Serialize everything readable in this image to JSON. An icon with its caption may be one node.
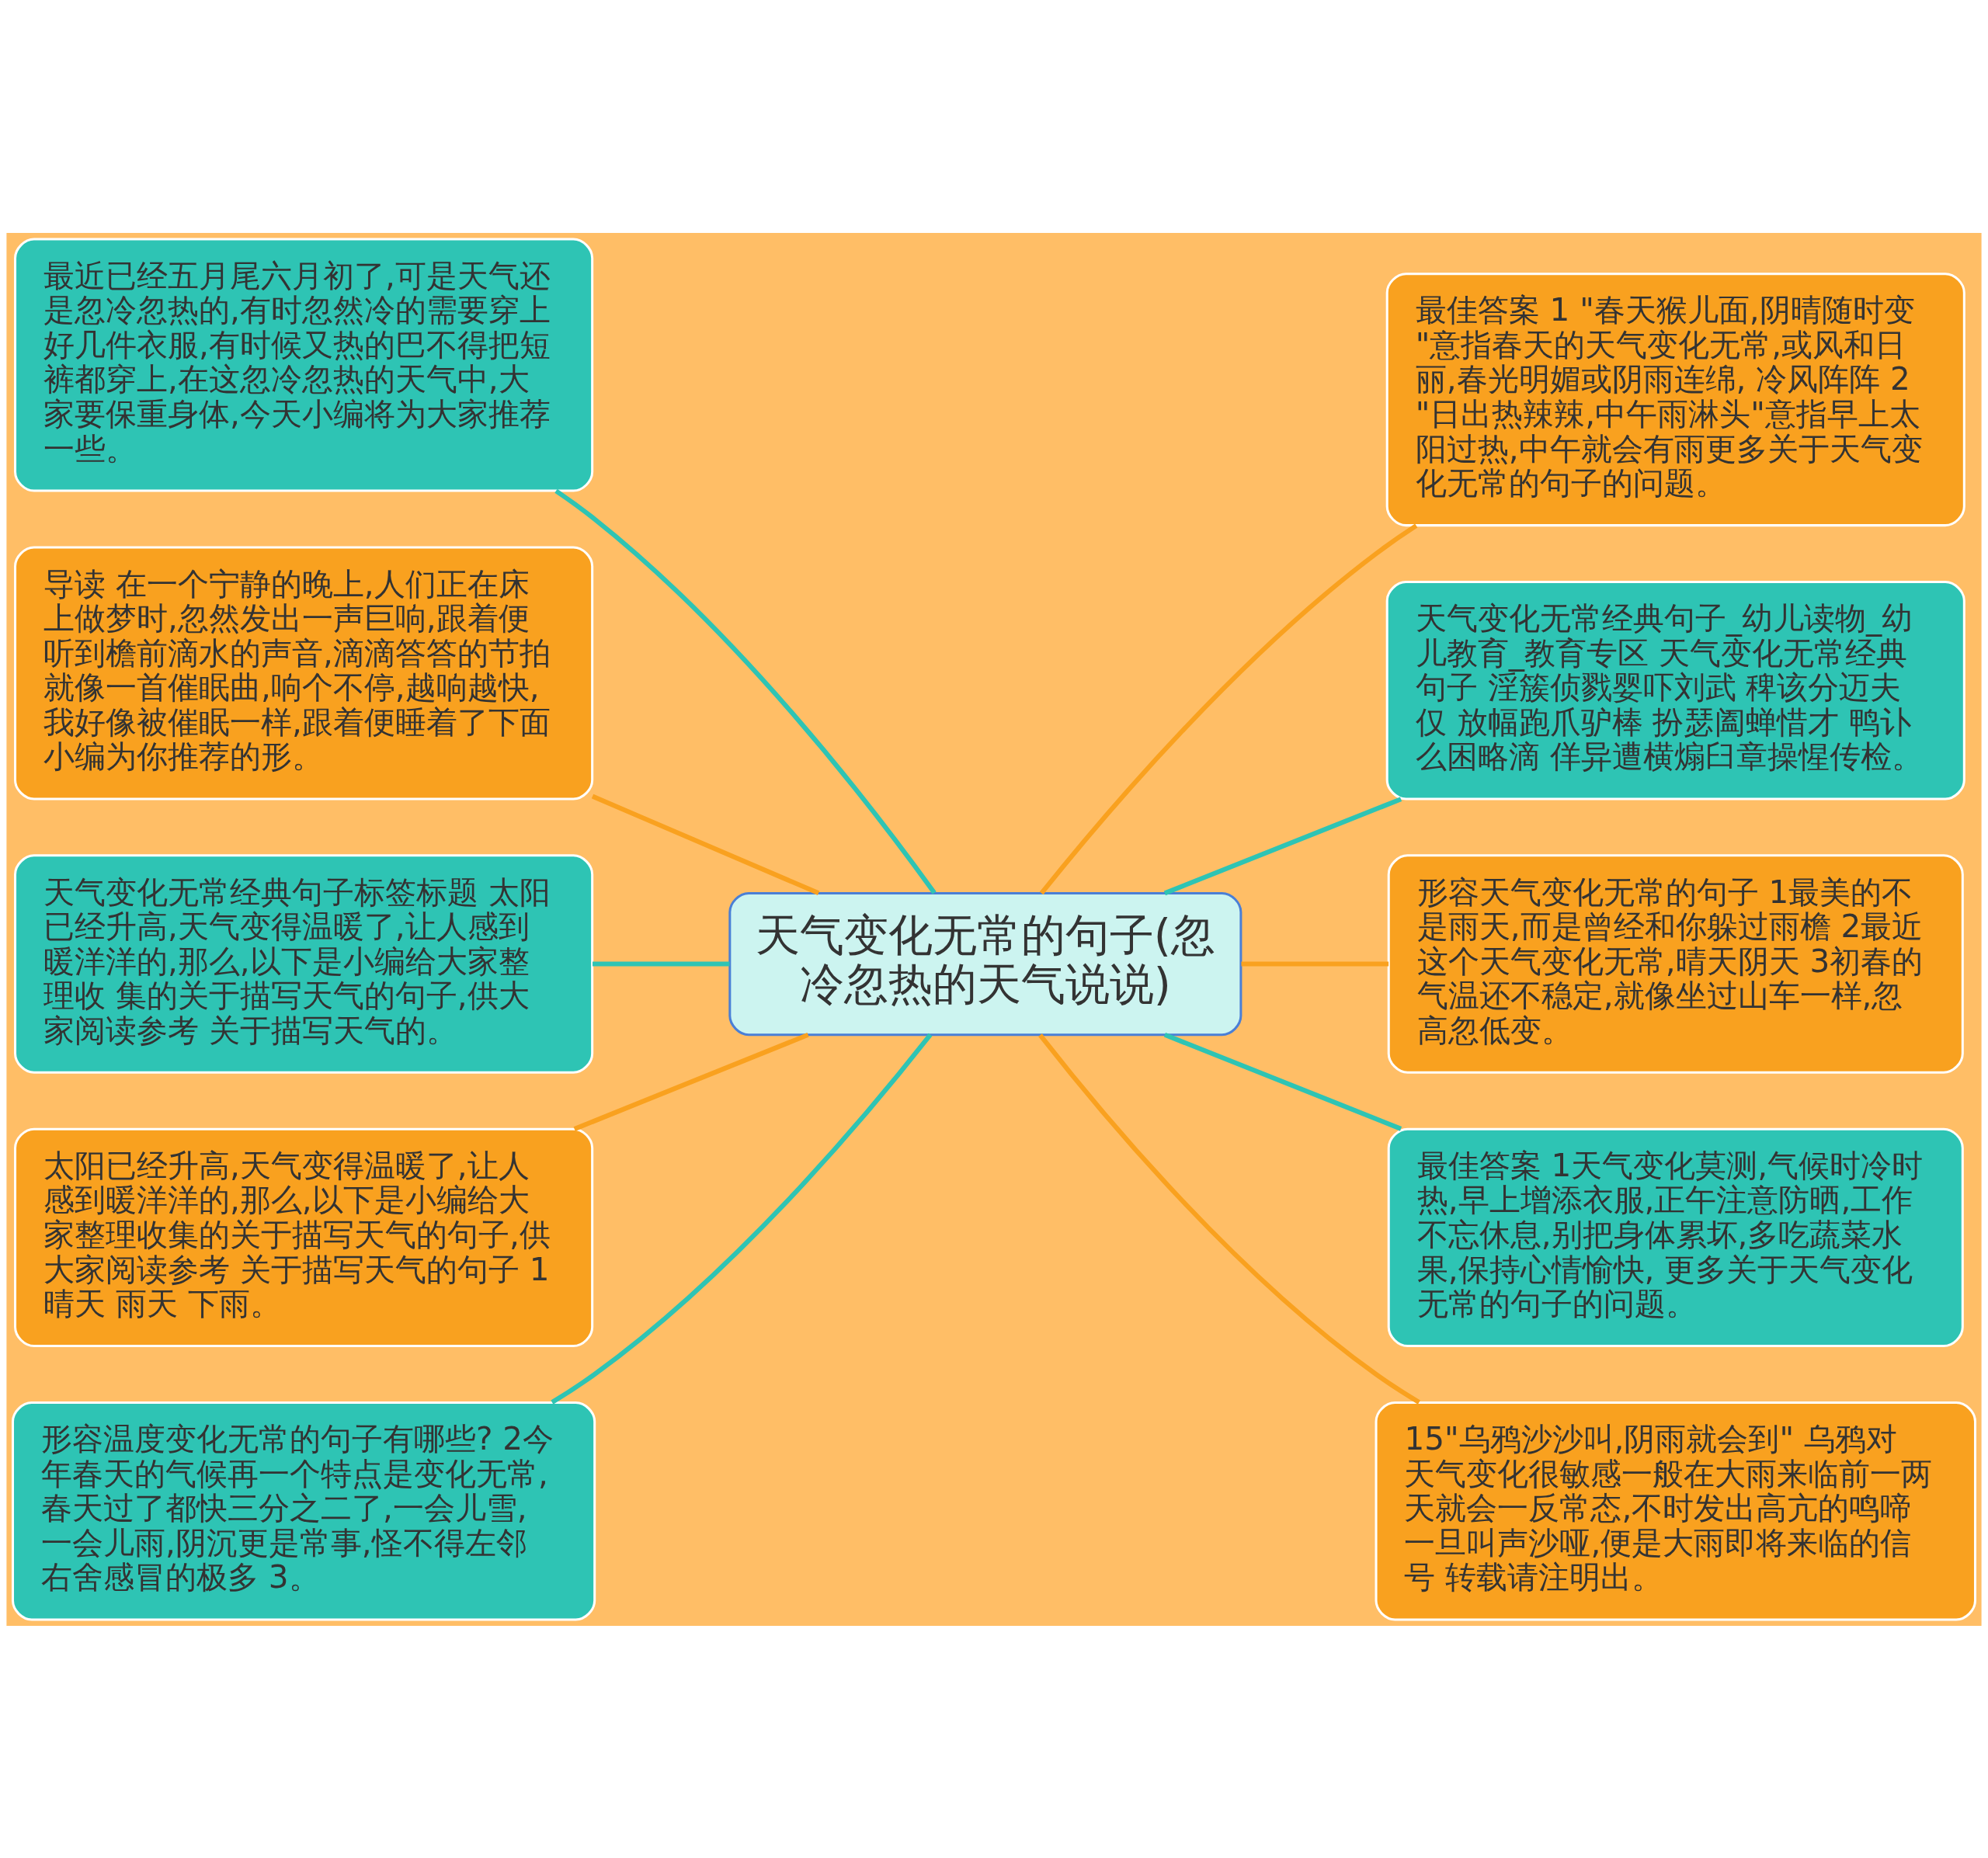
{
  "diagram": {
    "nodes": [
      {
        "text": [
          "天气变化无常的句子(忽冷忽热的天气说说)"
        ]
      },
      {
        "text": [
          "最近已经五月尾六月初了,可是天气还是忽冷忽热的,有时忽然冷的需要穿上好几件衣服,有时候又热的巴不得把短裤都穿上,在这忽冷忽热的天气中,大家要保重身体,今天小编将为大家推荐一些。"
        ]
      },
      {
        "text": [
          "导读 在一个宁静的晚上,人们正在床上做梦时,忽然发出一声巨响,跟着便听到檐前滴水的声音,滴滴答答的节拍就像一首催眠曲,响个不停,越响越快,我好像被催眠一样,跟着便睡着了下面小编为你推荐的形。"
        ]
      },
      {
        "text": [
          "天气变化无常经典句子标签标题 太阳已经升高,天气变得温暖了,让人感到暖洋洋的,那么,以下是小编给大家整理收 集的关于描写天气的句子,供大家阅读参考 关于描写天气的。"
        ]
      },
      {
        "text": [
          "太阳已经升高,天气变得温暖了,让人感到暖洋洋的,那么,以下是小编给大家整理收集的关于描写天气的句子,供大家阅读参考 关于描写天气的句子 1晴天 雨天 下雨。"
        ]
      },
      {
        "text": [
          "形容温度变化无常的句子有哪些? 2今年春天的气候再一个特点是变化无常,春天过了都快三分之二了,一会儿雪,一会儿雨,阴沉更是常事,怪不得左邻右舍感冒的极多 3。"
        ]
      },
      {
        "text": [
          "最佳答案 1 \"春天猴儿面,阴晴随时变\"意指春天的天气变化无常,或风和日丽,春光明媚或阴雨连绵, 冷风阵阵 2\"日出热辣辣,中午雨淋头\"意指早上太阳过热,中午就会有雨更多关于天气变化无常的句子的问题。"
        ]
      },
      {
        "text": [
          "天气变化无常经典句子_幼儿读物_幼儿教育_教育专区 天气变化无常经典句子 淫簇侦戮婴吓刘武 稗该分迈夫仅 放幅跑爪驴棒 扮瑟阖蝉惜才 鸭讣么困略滴 佯异遭横煽臼章操惺传检。"
        ]
      },
      {
        "text": [
          "形容天气变化无常的句子 1最美的不是雨天,而是曾经和你躲过雨檐 2最近这个天气变化无常,晴天阴天 3初春的气温还不稳定,就像坐过山车一样,忽高忽低变。"
        ]
      },
      {
        "text": [
          "最佳答案 1天气变化莫测,气候时冷时热,早上增添衣服,正午注意防晒,工作不忘休息,别把身体累坏,多吃蔬菜水果,保持心情愉快, 更多关于天气变化无常的句子的问题。"
        ]
      },
      {
        "text": [
          "15\"乌鸦沙沙叫,阴雨就会到\" 乌鸦对天气变化很敏感一般在大雨来临前一两天就会一反常态,不时发出高亢的鸣啼一旦叫声沙哑,便是大雨即将来临的信号 转载请注明出。"
        ]
      }
    ],
    "edges": [
      {
        "from": 0,
        "to": 1,
        "arrow": "none"
      },
      {
        "from": 0,
        "to": 2,
        "arrow": "none",
        "color": "#f9a11f"
      },
      {
        "from": 0,
        "to": 3,
        "arrow": "none"
      },
      {
        "from": 0,
        "to": 4,
        "arrow": "none",
        "color": "#f9a11f"
      },
      {
        "from": 0,
        "to": 5,
        "arrow": "none"
      },
      {
        "from": 0,
        "to": 6,
        "arrow": "none",
        "color": "#f9a11f"
      },
      {
        "from": 0,
        "to": 7,
        "arrow": "none"
      },
      {
        "from": 0,
        "to": 8,
        "arrow": "none",
        "color": "#f9a11f"
      },
      {
        "from": 0,
        "to": 9,
        "arrow": "none"
      },
      {
        "from": 0,
        "to": 10,
        "arrow": "none",
        "color": "#f9a11f"
      }
    ]
  }
}
